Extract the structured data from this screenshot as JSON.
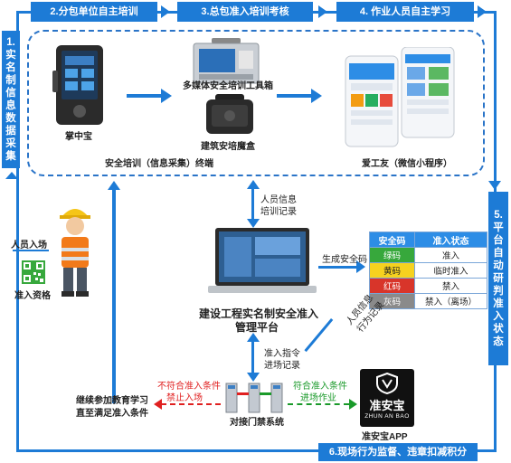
{
  "steps": {
    "step1": [
      "1.",
      "实",
      "名",
      "制",
      "信",
      "息",
      "数",
      "据",
      "采",
      "集"
    ],
    "step2": "2.分包单位自主培训",
    "step3": "3.总包准入培训考核",
    "step4": "4. 作业人员自主学习",
    "step5": [
      "5.",
      "平",
      "台",
      "自",
      "动",
      "研",
      "判",
      "准",
      "入",
      "状",
      "态"
    ],
    "step6": "6.现场行为监督、违章扣减积分"
  },
  "devices": {
    "handheld": "掌中宝",
    "toolbox": "多媒体安全培训工具箱",
    "magicbox": "建筑安培魔盒",
    "terminal_caption": "安全培训（信息采集）终端",
    "miniapp": "爱工友（微信小程序）",
    "platform_line1": "建设工程实名制安全准入",
    "platform_line2": "管理平台",
    "gate": "对接门禁系统",
    "app_name": "准安宝APP",
    "app_logo_cn": "准安宝",
    "app_logo_en": "ZHUN AN BAO"
  },
  "flow_labels": {
    "info_training_1": "人员信息",
    "info_training_2": "培训记录",
    "gen_code": "生成安全码",
    "personnel_entry": "人员入场",
    "entry_qualification": "准入资格",
    "access_cmd_1": "准入指令",
    "access_cmd_2": "进场记录",
    "behavior_1": "人员信息",
    "behavior_2": "行为记录",
    "noncompliant_1": "不符合准入条件",
    "noncompliant_2": "禁止入场",
    "compliant_1": "符合准入条件",
    "compliant_2": "进场作业",
    "continue_1": "继续参加教育学习",
    "continue_2": "直至满足准入条件"
  },
  "status_table": {
    "headers": [
      "安全码",
      "准入状态"
    ],
    "rows": [
      {
        "code": "绿码",
        "status": "准入"
      },
      {
        "code": "黄码",
        "status": "临时准入"
      },
      {
        "code": "红码",
        "status": "禁入"
      },
      {
        "code": "灰码",
        "status": "禁入（离场）"
      }
    ]
  },
  "colors": {
    "banner": "#1d7bd6",
    "frame": "#2a74c8",
    "green": "#37a83c",
    "yellow": "#f6d21f",
    "red": "#d8352a",
    "gray": "#8a8a8a"
  }
}
